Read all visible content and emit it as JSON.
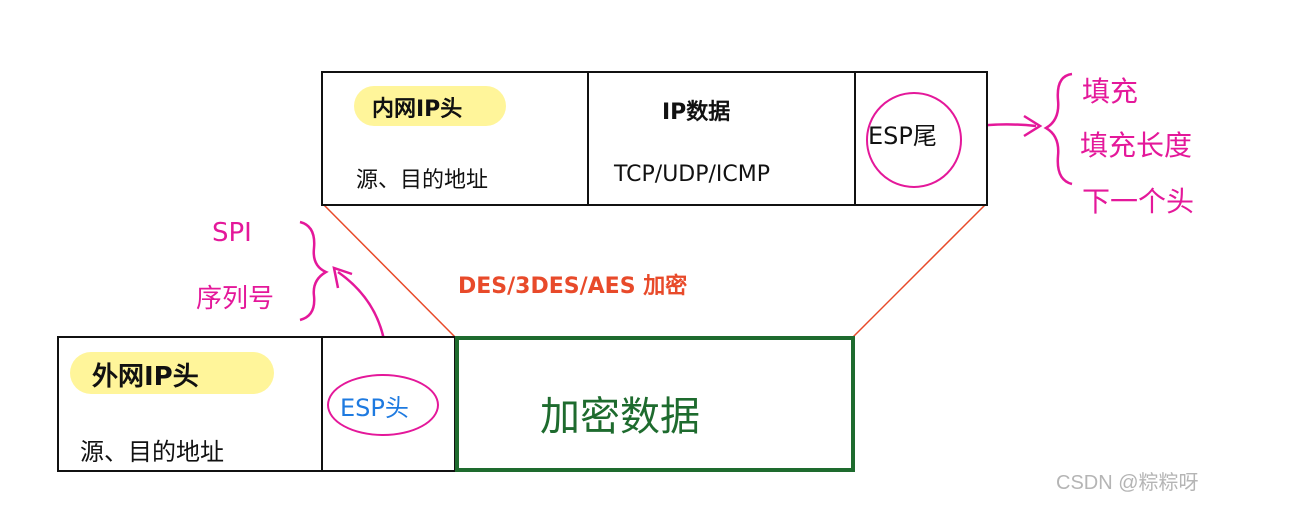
{
  "inner_packet": {
    "cells": [
      {
        "title": "内网IP头",
        "sub": "源、目的地址"
      },
      {
        "title": "IP数据",
        "sub": "TCP/UDP/ICMP"
      },
      {
        "title": "ESP尾",
        "sub": ""
      }
    ]
  },
  "trailer_fields": [
    "填充",
    "填充长度",
    "下一个头"
  ],
  "encryption_label": "DES/3DES/AES 加密",
  "outer_packet": {
    "cells": [
      {
        "title": "外网IP头",
        "sub": "源、目的地址"
      },
      {
        "title": "ESP头",
        "sub": ""
      },
      {
        "title": "加密数据",
        "sub": ""
      }
    ]
  },
  "header_fields": [
    "SPI",
    "序列号"
  ],
  "watermark": "CSDN @粽粽呀",
  "colors": {
    "line": "#111111",
    "highlight": "#fff59a",
    "magenta": "#e4189a",
    "blue": "#1e7ae0",
    "green": "#1e6b2e",
    "red": "#e84a2a"
  }
}
